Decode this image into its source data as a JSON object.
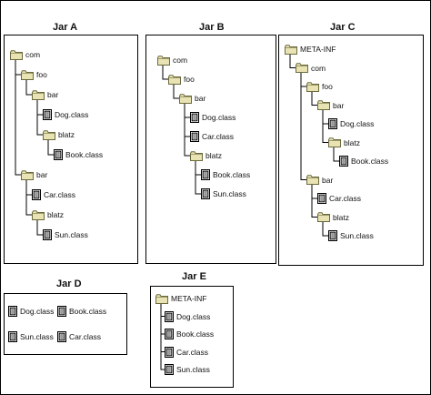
{
  "jars": [
    {
      "id": "a",
      "title": "Jar A",
      "nodes": [
        {
          "type": "folder",
          "label": "com",
          "depth": 0
        },
        {
          "type": "folder",
          "label": "foo",
          "depth": 1
        },
        {
          "type": "folder",
          "label": "bar",
          "depth": 2
        },
        {
          "type": "file",
          "label": "Dog.class",
          "depth": 3
        },
        {
          "type": "folder",
          "label": "blatz",
          "depth": 3
        },
        {
          "type": "file",
          "label": "Book.class",
          "depth": 4
        },
        {
          "type": "folder",
          "label": "bar",
          "depth": 1
        },
        {
          "type": "file",
          "label": "Car.class",
          "depth": 2
        },
        {
          "type": "folder",
          "label": "blatz",
          "depth": 2
        },
        {
          "type": "file",
          "label": "Sun.class",
          "depth": 3
        }
      ]
    },
    {
      "id": "b",
      "title": "Jar B",
      "nodes": [
        {
          "type": "folder",
          "label": "com",
          "depth": 0
        },
        {
          "type": "folder",
          "label": "foo",
          "depth": 1
        },
        {
          "type": "folder",
          "label": "bar",
          "depth": 2
        },
        {
          "type": "file",
          "label": "Dog.class",
          "depth": 3
        },
        {
          "type": "file",
          "label": "Car.class",
          "depth": 3
        },
        {
          "type": "folder",
          "label": "blatz",
          "depth": 3
        },
        {
          "type": "file",
          "label": "Book.class",
          "depth": 4
        },
        {
          "type": "file",
          "label": "Sun.class",
          "depth": 4
        }
      ]
    },
    {
      "id": "c",
      "title": "Jar C",
      "nodes": [
        {
          "type": "folder",
          "label": "META-INF",
          "depth": 0
        },
        {
          "type": "folder",
          "label": "com",
          "depth": 1
        },
        {
          "type": "folder",
          "label": "foo",
          "depth": 2
        },
        {
          "type": "folder",
          "label": "bar",
          "depth": 3
        },
        {
          "type": "file",
          "label": "Dog.class",
          "depth": 4
        },
        {
          "type": "folder",
          "label": "blatz",
          "depth": 4
        },
        {
          "type": "file",
          "label": "Book.class",
          "depth": 5
        },
        {
          "type": "folder",
          "label": "bar",
          "depth": 2
        },
        {
          "type": "file",
          "label": "Car.class",
          "depth": 3
        },
        {
          "type": "folder",
          "label": "blatz",
          "depth": 3
        },
        {
          "type": "file",
          "label": "Sun.class",
          "depth": 4
        }
      ]
    },
    {
      "id": "d",
      "title": "Jar D",
      "files": [
        "Dog.class",
        "Book.class",
        "Sun.class",
        "Car.class"
      ]
    },
    {
      "id": "e",
      "title": "Jar E",
      "nodes": [
        {
          "type": "folder",
          "label": "META-INF",
          "depth": 0
        },
        {
          "type": "file",
          "label": "Dog.class",
          "depth": 1
        },
        {
          "type": "file",
          "label": "Book.class",
          "depth": 1
        },
        {
          "type": "file",
          "label": "Car.class",
          "depth": 1
        },
        {
          "type": "file",
          "label": "Sun.class",
          "depth": 1
        }
      ]
    }
  ],
  "icons": {
    "folder": "folder-icon",
    "file": "class-file-icon"
  },
  "colors": {
    "folder_fill": "#e9e3b4",
    "folder_stroke": "#6b6a3c",
    "file_stroke": "#000000"
  }
}
